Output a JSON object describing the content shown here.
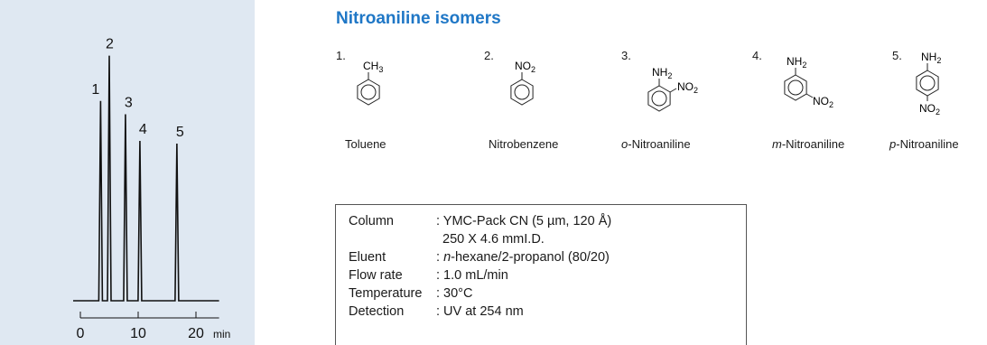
{
  "title": "Nitroaniline isomers",
  "chart_data": {
    "type": "line",
    "x_ticks": [
      "0",
      "10",
      "20"
    ],
    "x_unit": "min",
    "xlim": [
      0,
      24
    ],
    "peaks": [
      {
        "label": "1",
        "retention_time": 3.5,
        "relative_height": 0.75
      },
      {
        "label": "2",
        "retention_time": 5.0,
        "relative_height": 0.92
      },
      {
        "label": "3",
        "retention_time": 7.8,
        "relative_height": 0.7
      },
      {
        "label": "4",
        "retention_time": 10.3,
        "relative_height": 0.6
      },
      {
        "label": "5",
        "retention_time": 16.7,
        "relative_height": 0.59
      }
    ],
    "grid": false
  },
  "compounds": [
    {
      "number": "1.",
      "name": "Toluene",
      "substituents": {
        "top": "CH3"
      }
    },
    {
      "number": "2.",
      "name": "Nitrobenzene",
      "substituents": {
        "top": "NO2"
      }
    },
    {
      "number": "3.",
      "name_prefix": "o",
      "name": "-Nitroaniline",
      "substituents": {
        "top": "NH2",
        "ortho": "NO2"
      }
    },
    {
      "number": "4.",
      "name_prefix": "m",
      "name": "-Nitroaniline",
      "substituents": {
        "top": "NH2",
        "meta": "NO2"
      }
    },
    {
      "number": "5.",
      "name_prefix": "p",
      "name": "-Nitroaniline",
      "substituents": {
        "top": "NH2",
        "para": "NO2"
      }
    }
  ],
  "conditions": [
    {
      "label": "Column",
      "value": ": YMC-Pack CN (5 µm, 120 Å)"
    },
    {
      "label": "",
      "value": "250 X 4.6 mmI.D."
    },
    {
      "label": "Eluent",
      "value_italic": "n",
      "value_prefix": ": ",
      "value": "-hexane/2-propanol (80/20)"
    },
    {
      "label": "Flow rate",
      "value": ": 1.0 mL/min"
    },
    {
      "label": "Temperature",
      "value": ": 30°C"
    },
    {
      "label": "Detection",
      "value": ": UV at 254 nm"
    }
  ]
}
